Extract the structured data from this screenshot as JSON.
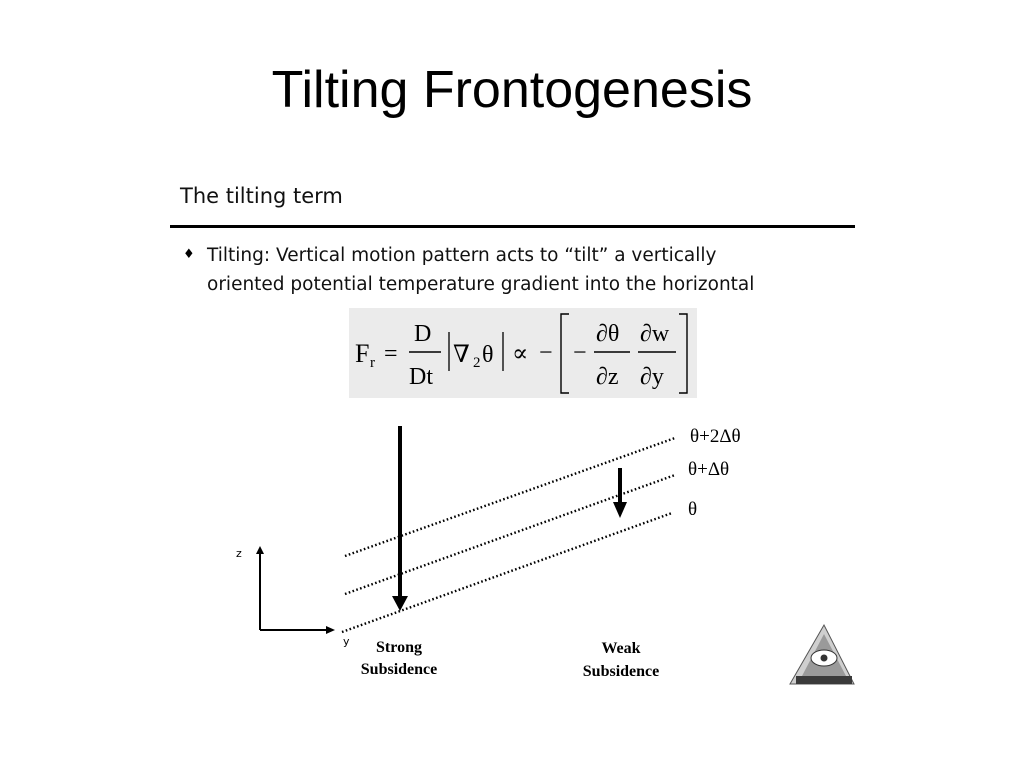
{
  "slide": {
    "title": "Tilting Frontogenesis"
  },
  "content": {
    "section_heading": "The tilting term",
    "bullet_symbol": "♦",
    "bullet_lines": [
      "Tilting: Vertical motion pattern acts to “tilt” a vertically",
      "oriented potential temperature gradient into the horizontal"
    ]
  },
  "equation": {
    "lhs_F": "F",
    "lhs_sub": "r",
    "equals": "=",
    "frac1_num": "D",
    "frac1_den": "Dt",
    "nabla": "∇",
    "nabla_sub": "2",
    "theta": "θ",
    "proportional": "∝",
    "minus_outer": "−",
    "minus_inner": "−",
    "frac2_num": "∂θ",
    "frac2_den": "∂z",
    "frac3_num": "∂w",
    "frac3_den": "∂y"
  },
  "diagram": {
    "isentrope_labels": [
      "θ+2Δθ",
      "θ+Δθ",
      "θ"
    ],
    "axis_z_label": "z",
    "axis_y_label": "y",
    "strong_label": [
      "Strong",
      "Subsidence"
    ],
    "weak_label": [
      "Weak",
      "Subsidence"
    ],
    "logo_icon": "triangle-emblem-logo"
  }
}
